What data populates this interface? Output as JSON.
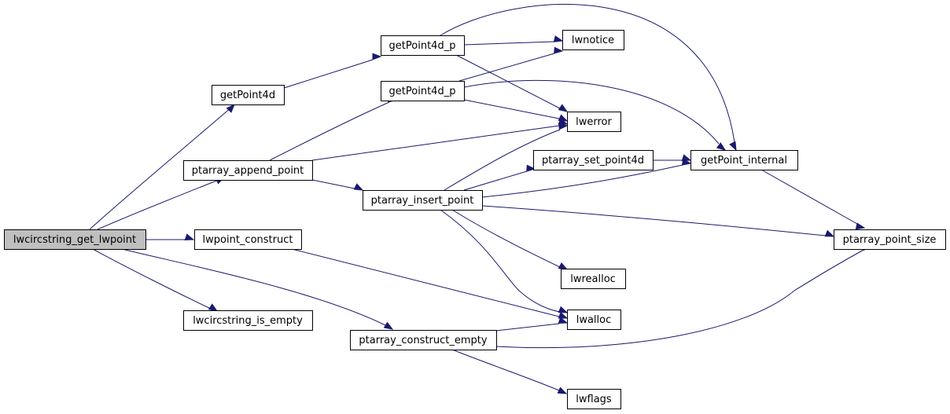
{
  "graph": {
    "nodes": [
      {
        "id": "lwcircstring_get_lwpoint",
        "label": "lwcircstring_get_lwpoint",
        "highlighted": true
      },
      {
        "id": "getPoint4d",
        "label": "getPoint4d"
      },
      {
        "id": "ptarray_append_point",
        "label": "ptarray_append_point"
      },
      {
        "id": "lwpoint_construct",
        "label": "lwpoint_construct"
      },
      {
        "id": "lwcircstring_is_empty",
        "label": "lwcircstring_is_empty"
      },
      {
        "id": "getPoint4d_p_a",
        "label": "getPoint4d_p"
      },
      {
        "id": "getPoint4d_p_b",
        "label": "getPoint4d_p"
      },
      {
        "id": "ptarray_insert_point",
        "label": "ptarray_insert_point"
      },
      {
        "id": "ptarray_construct_empty",
        "label": "ptarray_construct_empty"
      },
      {
        "id": "lwnotice",
        "label": "lwnotice"
      },
      {
        "id": "lwerror",
        "label": "lwerror"
      },
      {
        "id": "ptarray_set_point4d",
        "label": "ptarray_set_point4d"
      },
      {
        "id": "lwrealloc",
        "label": "lwrealloc"
      },
      {
        "id": "lwalloc",
        "label": "lwalloc"
      },
      {
        "id": "lwflags",
        "label": "lwflags"
      },
      {
        "id": "getPoint_internal",
        "label": "getPoint_internal"
      },
      {
        "id": "ptarray_point_size",
        "label": "ptarray_point_size"
      }
    ],
    "edges": [
      {
        "from": "lwcircstring_get_lwpoint",
        "to": "getPoint4d"
      },
      {
        "from": "lwcircstring_get_lwpoint",
        "to": "ptarray_append_point"
      },
      {
        "from": "lwcircstring_get_lwpoint",
        "to": "lwpoint_construct"
      },
      {
        "from": "lwcircstring_get_lwpoint",
        "to": "lwcircstring_is_empty"
      },
      {
        "from": "lwcircstring_get_lwpoint",
        "to": "ptarray_construct_empty"
      },
      {
        "from": "getPoint4d",
        "to": "getPoint4d_p_a"
      },
      {
        "from": "getPoint4d_p_a",
        "to": "lwnotice"
      },
      {
        "from": "getPoint4d_p_a",
        "to": "lwerror"
      },
      {
        "from": "getPoint4d_p_a",
        "to": "getPoint_internal"
      },
      {
        "from": "getPoint4d_p_b",
        "to": "lwnotice"
      },
      {
        "from": "getPoint4d_p_b",
        "to": "lwerror"
      },
      {
        "from": "getPoint4d_p_b",
        "to": "getPoint_internal"
      },
      {
        "from": "ptarray_append_point",
        "to": "getPoint4d_p_b"
      },
      {
        "from": "ptarray_append_point",
        "to": "lwerror"
      },
      {
        "from": "ptarray_append_point",
        "to": "ptarray_insert_point"
      },
      {
        "from": "ptarray_insert_point",
        "to": "lwerror"
      },
      {
        "from": "ptarray_insert_point",
        "to": "ptarray_set_point4d"
      },
      {
        "from": "ptarray_insert_point",
        "to": "getPoint_internal"
      },
      {
        "from": "ptarray_insert_point",
        "to": "ptarray_point_size"
      },
      {
        "from": "ptarray_insert_point",
        "to": "lwrealloc"
      },
      {
        "from": "ptarray_insert_point",
        "to": "lwalloc"
      },
      {
        "from": "ptarray_set_point4d",
        "to": "getPoint_internal"
      },
      {
        "from": "getPoint_internal",
        "to": "ptarray_point_size"
      },
      {
        "from": "lwpoint_construct",
        "to": "lwalloc"
      },
      {
        "from": "ptarray_construct_empty",
        "to": "lwalloc"
      },
      {
        "from": "ptarray_construct_empty",
        "to": "ptarray_point_size"
      },
      {
        "from": "ptarray_construct_empty",
        "to": "lwflags"
      }
    ]
  },
  "colors": {
    "edge": "#191970",
    "root_fill": "#bfbfbf",
    "node_fill": "#ffffff",
    "node_border": "#000000"
  }
}
